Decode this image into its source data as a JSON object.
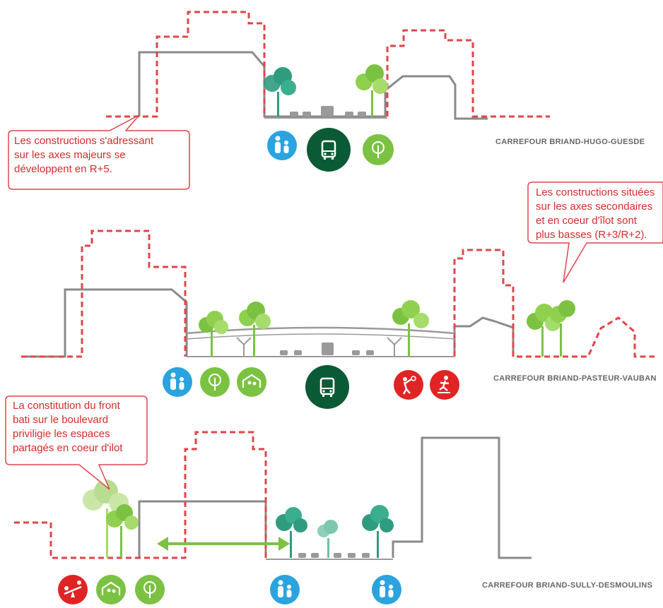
{
  "colors": {
    "proposed_outline": "#e0454a",
    "existing_outline": "#8a8a8a",
    "callout_text": "#d62b2b",
    "icon_people": "#2aa3df",
    "icon_transit": "#0b5a36",
    "icon_nature": "#7cc242",
    "icon_play": "#e02424",
    "tree_dark": "#2f9c80",
    "tree_light": "#8fd14f",
    "label_grey": "#666666"
  },
  "sections": [
    {
      "label": "CARREFOUR BRIAND-HUGO-GUESDE",
      "callout": "Les constructions s'adressant\nsur les axes majeurs se\ndéveloppent en R+5.",
      "icons": [
        "people-icon",
        "bus-icon",
        "tree-icon"
      ]
    },
    {
      "label": "CARREFOUR BRIAND-PASTEUR-VAUBAN",
      "callout": "Les constructions situées\nsur les axes secondaires\net en coeur d'îlot sont\nplus basses (R+3/R+2).",
      "icons": [
        "people-icon",
        "tree-icon",
        "shared-space-icon",
        "bus-icon",
        "basketball-icon",
        "skateboard-icon"
      ]
    },
    {
      "label": "CARREFOUR BRIAND-SULLY-DESMOULINS",
      "callout": "La constitution du front\nbati sur le boulevard\npriviligie les espaces\npartagés en coeur d'ilot",
      "icons": [
        "seesaw-icon",
        "shared-space-icon",
        "tree-icon",
        "people-icon",
        "people-icon"
      ]
    }
  ]
}
